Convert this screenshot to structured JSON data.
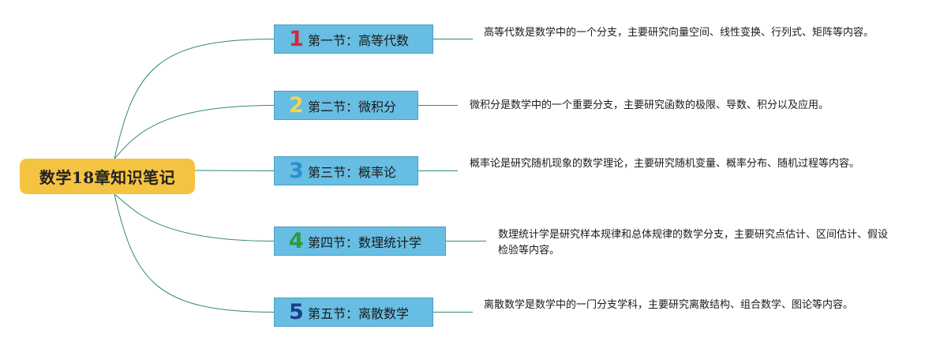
{
  "root": {
    "title": "数学18章知识笔记"
  },
  "colors": {
    "root_fill": "#f5c342",
    "node_fill": "#67bde2",
    "node_border": "#4d9fc3",
    "link": "#2e8b6e"
  },
  "sections": [
    {
      "number": "1",
      "number_color": "#d6263a",
      "label": "第一节：高等代数",
      "description": "高等代数是数学中的一个分支，主要研究向量空间、线性变换、行列式、矩阵等内容。"
    },
    {
      "number": "2",
      "number_color": "#f2d64b",
      "label": "第二节：微积分",
      "description": "微积分是数学中的一个重要分支，主要研究函数的极限、导数、积分以及应用。"
    },
    {
      "number": "3",
      "number_color": "#2b8ed3",
      "label": "第三节：概率论",
      "description": "概率论是研究随机现象的数学理论，主要研究随机变量、概率分布、随机过程等内容。"
    },
    {
      "number": "4",
      "number_color": "#2d9a3c",
      "label": "第四节：数理统计学",
      "description": "数理统计学是研究样本规律和总体规律的数学分支，主要研究点估计、区间估计、假设检验等内容。"
    },
    {
      "number": "5",
      "number_color": "#1f3c8c",
      "label": "第五节：离散数学",
      "description": "离散数学是数学中的一门分支学科，主要研究离散结构、组合数学、图论等内容。"
    }
  ]
}
